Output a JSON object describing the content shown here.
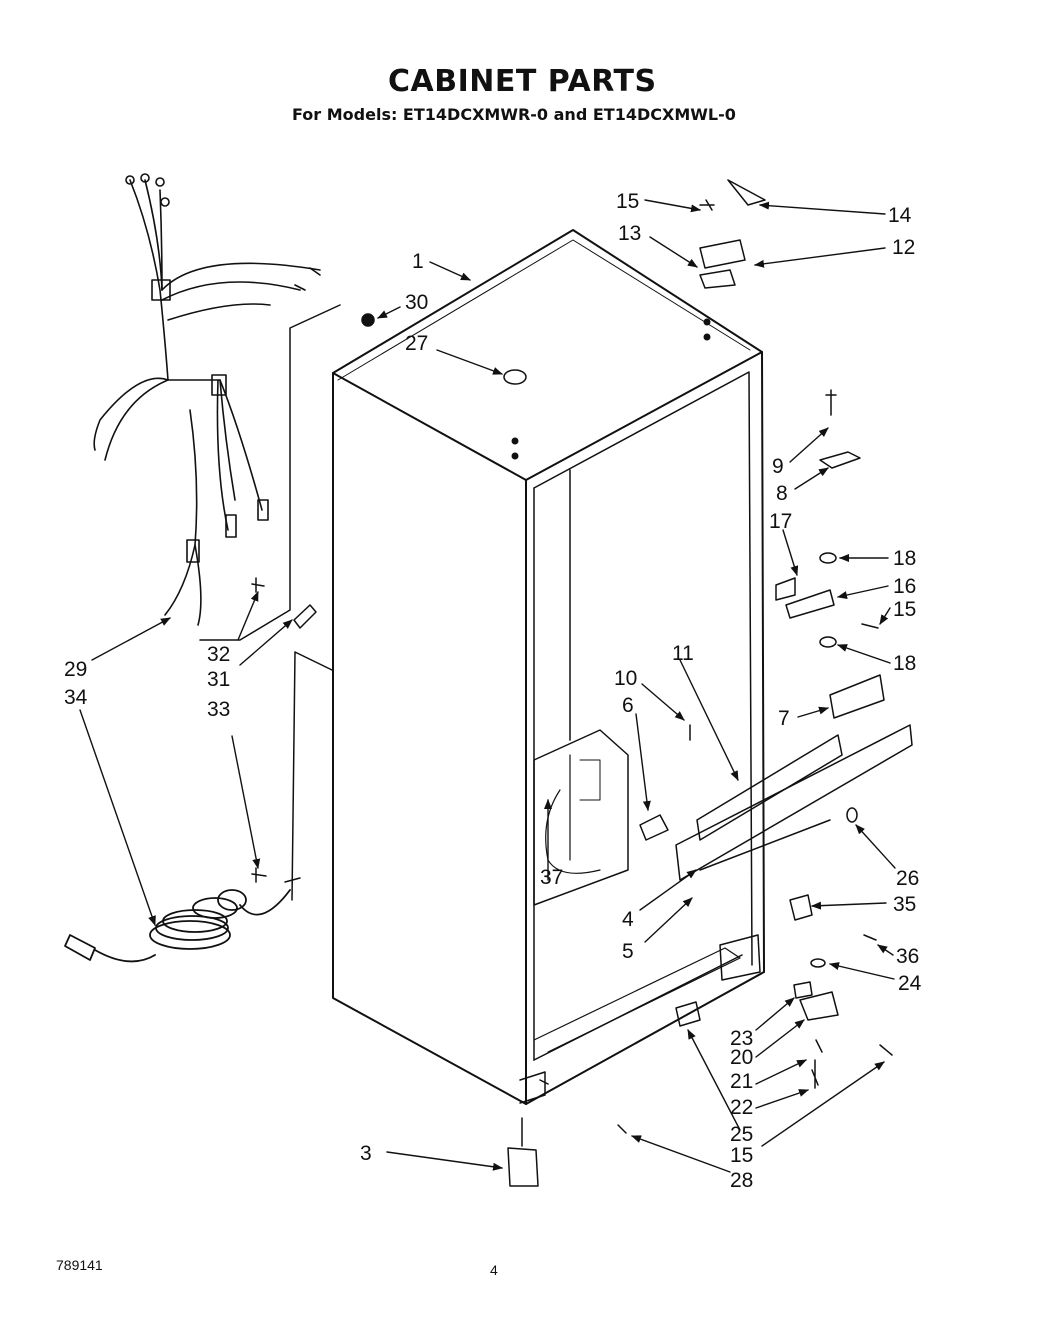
{
  "title": "CABINET PARTS",
  "subtitle": "For Models: ET14DCXMWR-0 and ET14DCXMWL-0",
  "doc_code": "789141",
  "page_number": "4",
  "callouts": [
    "1",
    "3",
    "4",
    "5",
    "6",
    "7",
    "8",
    "9",
    "10",
    "11",
    "12",
    "13",
    "14",
    "15",
    "15",
    "15",
    "15",
    "16",
    "17",
    "18",
    "18",
    "20",
    "21",
    "22",
    "23",
    "24",
    "25",
    "26",
    "27",
    "28",
    "29",
    "30",
    "31",
    "32",
    "33",
    "34",
    "35",
    "36",
    "37"
  ]
}
